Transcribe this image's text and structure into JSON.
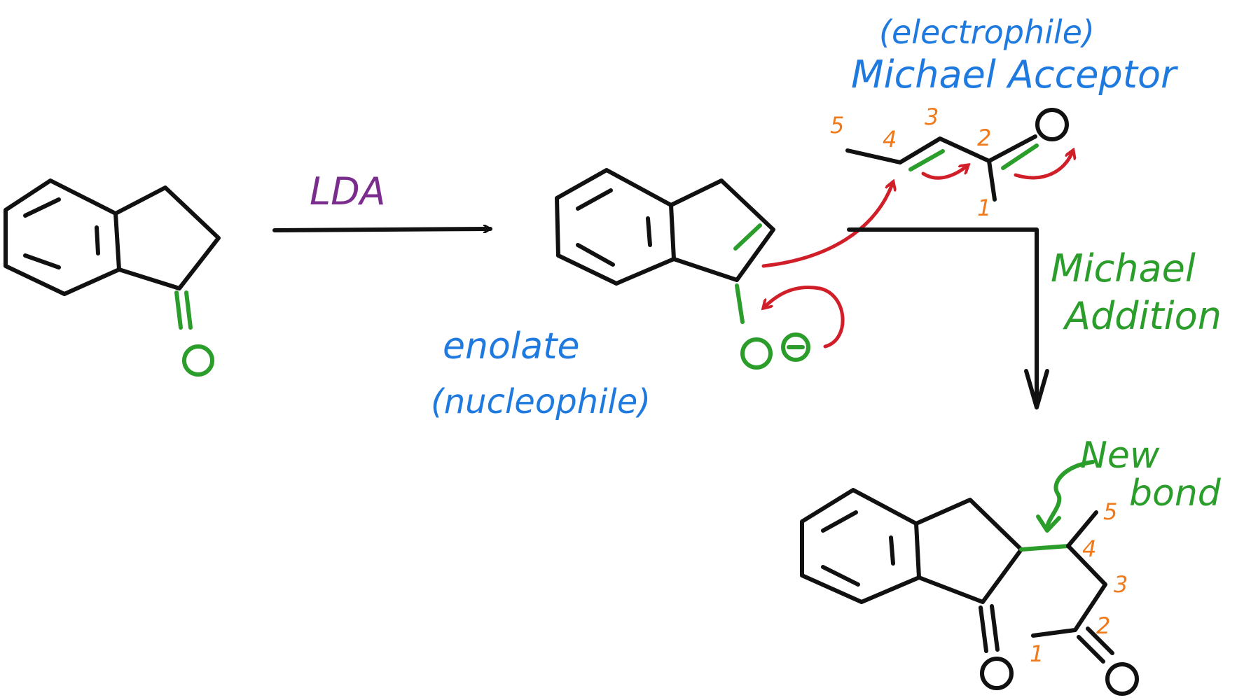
{
  "reagent": {
    "label": "LDA",
    "color": "#7b2d8e"
  },
  "labels": {
    "enolate": "enolate",
    "nucleophile": "(nucleophile)",
    "electrophile": "(electrophile)",
    "acceptor": "Michael Acceptor",
    "michael": "Michael",
    "addition": "Addition",
    "new": "New",
    "bond": "bond"
  },
  "atoms": {
    "oxygen": "O",
    "charge": "⊖"
  },
  "numbering": [
    "1",
    "2",
    "3",
    "4",
    "5"
  ],
  "colors": {
    "blue_text": "#1f7ae0",
    "green": "#2a9d2a",
    "red_arrow": "#d11f2a",
    "orange_numbers": "#f07a1a",
    "bonds": "#111111"
  }
}
